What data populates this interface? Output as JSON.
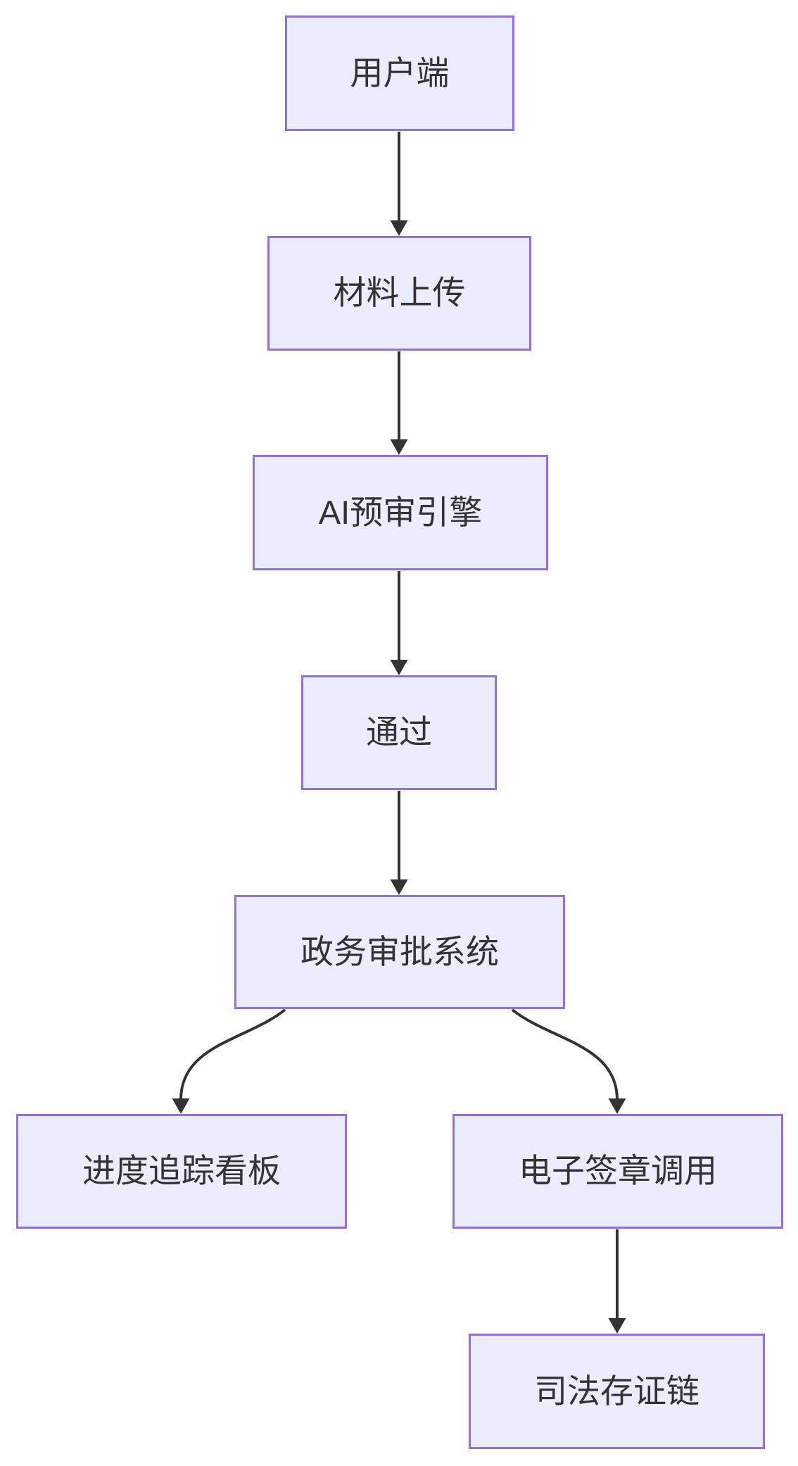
{
  "diagram": {
    "type": "flowchart",
    "direction": "top-down",
    "colors": {
      "node_fill": "#ECECFF",
      "node_border": "#9370DB",
      "edge": "#333333",
      "text": "#333333",
      "background": "#ffffff"
    },
    "nodes": [
      {
        "id": "client",
        "label": "用户端"
      },
      {
        "id": "material-upload",
        "label": "材料上传"
      },
      {
        "id": "ai-review-engine",
        "label": "AI预审引擎"
      },
      {
        "id": "pass",
        "label": "通过"
      },
      {
        "id": "gov-approval-system",
        "label": "政务审批系统"
      },
      {
        "id": "progress-tracking-board",
        "label": "进度追踪看板"
      },
      {
        "id": "e-signature-call",
        "label": "电子签章调用"
      },
      {
        "id": "judicial-deposit-chain",
        "label": "司法存证链"
      }
    ],
    "edges": [
      {
        "from": "用户端",
        "to": "材料上传"
      },
      {
        "from": "材料上传",
        "to": "AI预审引擎"
      },
      {
        "from": "AI预审引擎",
        "to": "通过"
      },
      {
        "from": "通过",
        "to": "政务审批系统"
      },
      {
        "from": "政务审批系统",
        "to": "进度追踪看板"
      },
      {
        "from": "政务审批系统",
        "to": "电子签章调用"
      },
      {
        "from": "电子签章调用",
        "to": "司法存证链"
      }
    ]
  }
}
